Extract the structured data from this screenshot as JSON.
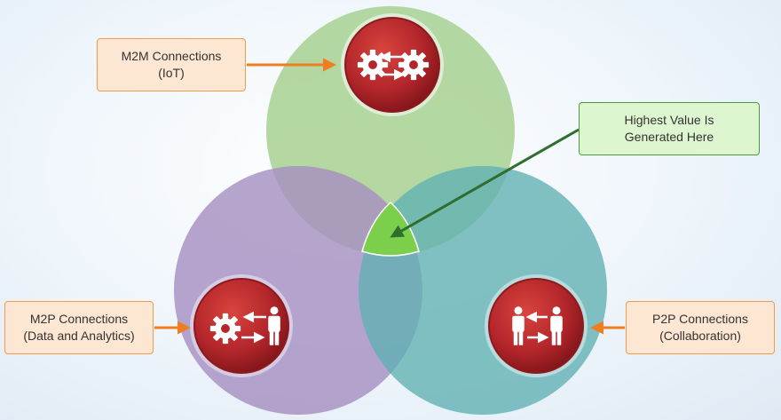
{
  "callouts": {
    "m2m": {
      "line1": "M2M Connections",
      "line2": "(IoT)"
    },
    "m2p": {
      "line1": "M2P Connections",
      "line2": "(Data and Analytics)"
    },
    "p2p": {
      "line1": "P2P Connections",
      "line2": "(Collaboration)"
    },
    "highest": {
      "line1": "Highest Value Is",
      "line2": "Generated Here"
    }
  },
  "colors": {
    "green_circle": "#a5cf8d",
    "purple_circle": "#a690c1",
    "teal_circle": "#5fb0b2",
    "center_region": "#7ccf4a",
    "icon_badge": "#b3262b",
    "callout_orange": "#f39a4a",
    "callout_green": "#4a9a3c",
    "arrow_orange": "#ef7d22",
    "arrow_green": "#2f6e2f"
  },
  "icons": {
    "m2m": [
      "gear-icon",
      "gear-icon",
      "arrow-left-icon",
      "arrow-right-icon"
    ],
    "m2p": [
      "gear-icon",
      "person-icon",
      "arrow-left-icon",
      "arrow-right-icon"
    ],
    "p2p": [
      "person-icon",
      "person-icon",
      "arrow-left-icon",
      "arrow-right-icon"
    ]
  }
}
